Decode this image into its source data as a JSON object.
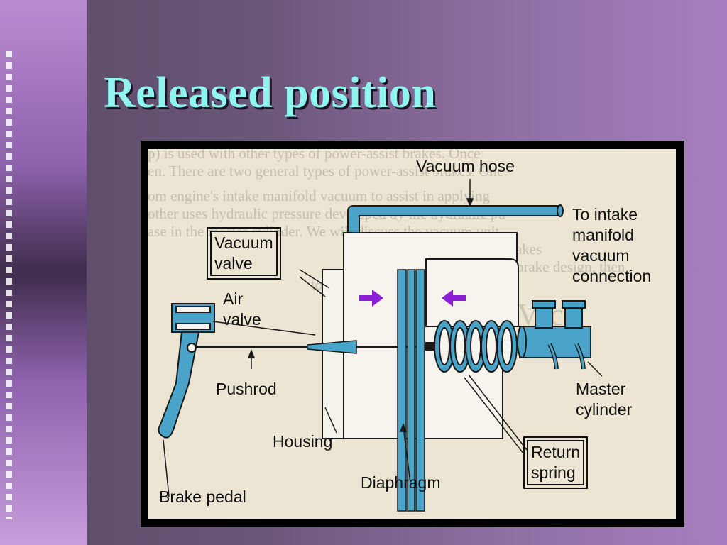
{
  "slide": {
    "title": "Released position"
  },
  "diagram": {
    "labels": {
      "vacuum_hose": "Vacuum hose",
      "to_intake": "To intake\nmanifold\nvacuum\nconnection",
      "vacuum_valve": "Vacuum\nvalve",
      "air_valve": "Air\nvalve",
      "pushrod": "Pushrod",
      "master_cylinder": "Master\ncylinder",
      "housing": "Housing",
      "return_spring": "Return\nspring",
      "diaphragm": "Diaphragm",
      "brake_pedal": "Brake pedal"
    },
    "background_text": [
      "p) is used with other types of power-assist brakes. Once",
      "en. There are two general types of power-assist brakes. One",
      "om engine's intake manifold vacuum to assist in applying",
      "other uses hydraulic pressure developed by the hydraulic pu",
      "ase in the master cylinder. We will discuss the vacuum unit",
      "of power brakes",
      "Operation and type of brake design, then",
      "to power the same"
    ],
    "background_heading": "Vacu",
    "colors": {
      "part_fill": "#4aa3c8",
      "part_stroke": "#1a1a1a",
      "arrow_color": "#8a1fd6",
      "paper": "#ece5d3"
    }
  }
}
